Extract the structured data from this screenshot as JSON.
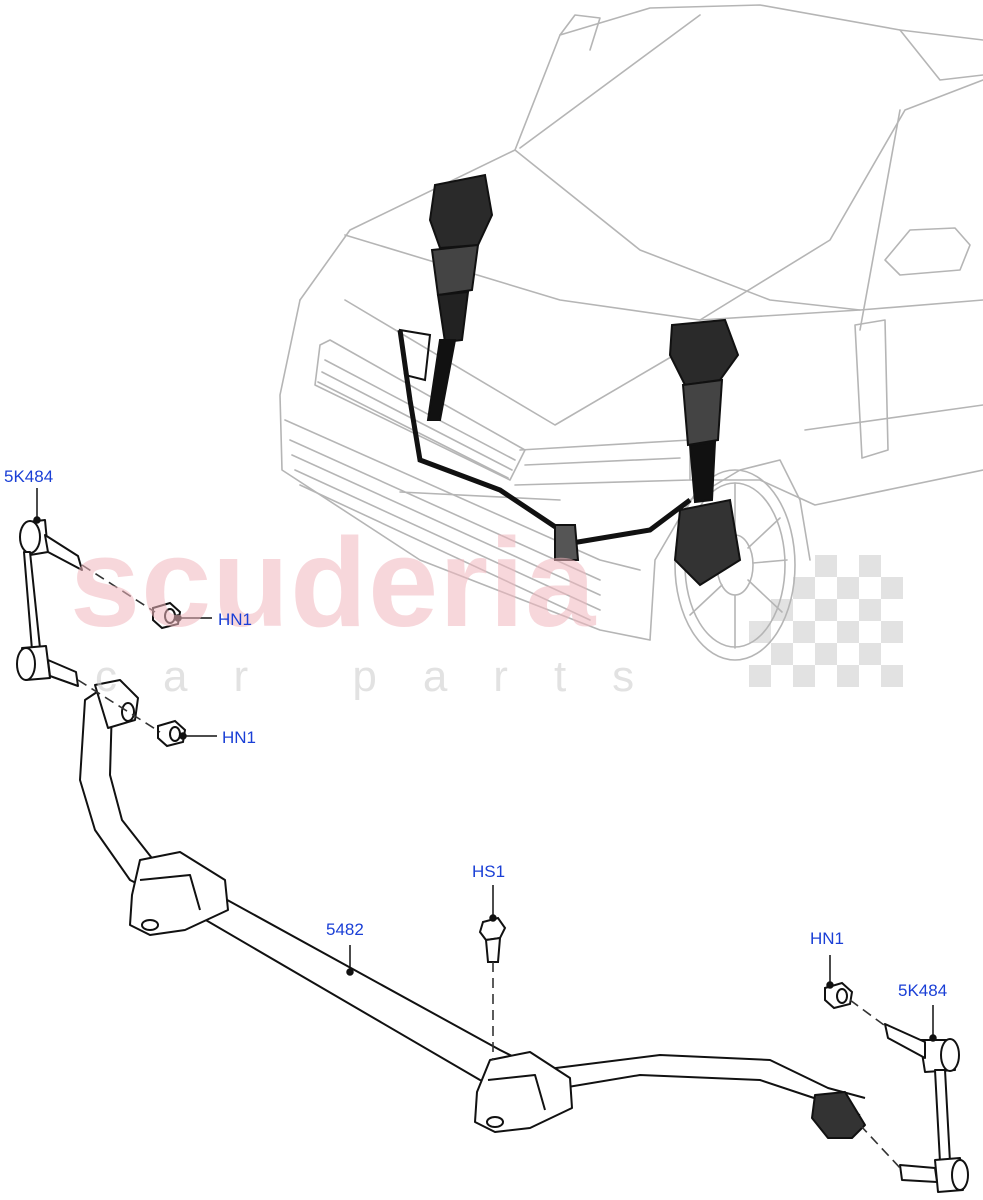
{
  "watermark": {
    "main_text": "scuderia",
    "sub_text": "car parts",
    "color": "#f2b8bf"
  },
  "callouts": {
    "link_left": "5K484",
    "nut_upper_left": "HN1",
    "nut_lower_left": "HN1",
    "bolt": "HS1",
    "stabilizer_bar": "5482",
    "nut_right": "HN1",
    "link_right": "5K484"
  },
  "colors": {
    "callout_text": "#1a3fd6",
    "line_art": "#222222",
    "vehicle_outline": "#b5b5b5"
  }
}
